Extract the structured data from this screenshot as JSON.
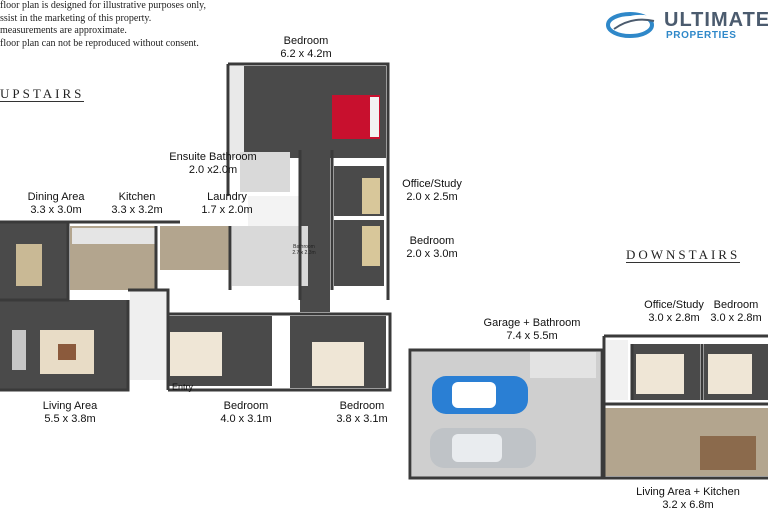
{
  "disclaimer": [
    "floor plan is designed for illustrative purposes only,",
    "ssist in the marketing of this property.",
    "measurements are approximate.",
    "floor plan can not be reproduced without consent."
  ],
  "brand": {
    "name": "ULTIMATE",
    "sub": "PROPERTIES",
    "accent": "#2f88c9",
    "text_color": "#4b5b6e"
  },
  "sections": {
    "upstairs": "UPSTAIRS",
    "downstairs": "DOWNSTAIRS"
  },
  "rooms": {
    "master": {
      "name": "Bedroom",
      "dims": "6.2 x 4.2m"
    },
    "ensuite": {
      "name": "Ensuite Bathroom",
      "dims": "2.0 x2.0m"
    },
    "office_up": {
      "name": "Office/Study",
      "dims": "2.0 x 2.5m"
    },
    "dining": {
      "name": "Dining Area",
      "dims": "3.3 x 3.0m"
    },
    "kitchen": {
      "name": "Kitchen",
      "dims": "3.3 x 3.2m"
    },
    "laundry": {
      "name": "Laundry",
      "dims": "1.7 x 2.0m"
    },
    "bedroom_right": {
      "name": "Bedroom",
      "dims": "2.0 x 3.0m"
    },
    "bathroom_small": {
      "name": "Bathroom",
      "dims": "2.7 x 2.3m"
    },
    "living": {
      "name": "Living Area",
      "dims": "5.5 x 3.8m"
    },
    "bedroom_a": {
      "name": "Bedroom",
      "dims": "4.0 x 3.1m"
    },
    "bedroom_b": {
      "name": "Bedroom",
      "dims": "3.8 x 3.1m"
    },
    "garage": {
      "name": "Garage + Bathroom",
      "dims": "7.4 x 5.5m"
    },
    "office_down": {
      "name": "Office/Study",
      "dims": "3.0 x 2.8m"
    },
    "bedroom_down": {
      "name": "Bedroom",
      "dims": "3.0 x 2.8m"
    },
    "living_kitchen": {
      "name": "Living Area + Kitchen",
      "dims": "3.2 x 6.8m"
    }
  },
  "entry_label": "Entry",
  "colors": {
    "wall": "#3a3a3a",
    "floor_dark": "#4a4a4a",
    "floor_wood": "#b3a58e",
    "tile": "#d9d9d9",
    "garage_floor": "#cfcfcf",
    "bed_red": "#c8102e",
    "car_blue": "#2a7fd4",
    "car_silver": "#bfc3c7"
  }
}
